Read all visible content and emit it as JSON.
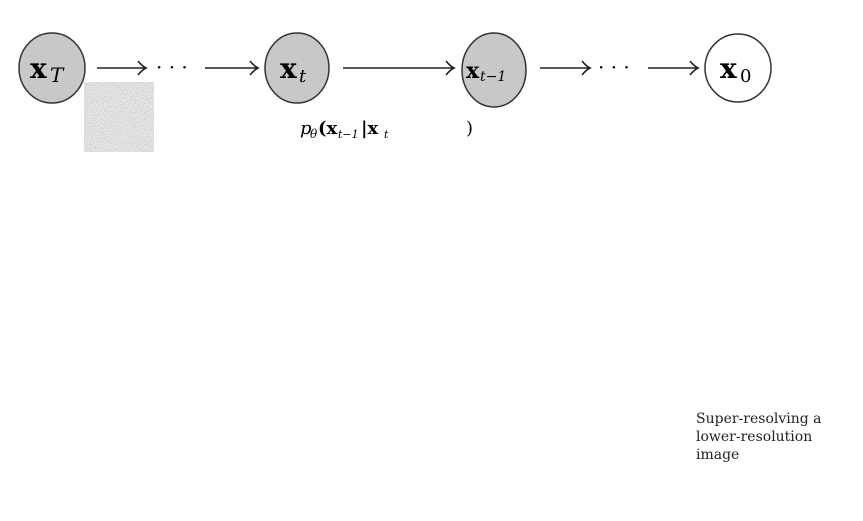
{
  "diagram": {
    "nodes": [
      {
        "id": "xT",
        "label": "x",
        "sub": "T",
        "filled": true
      },
      {
        "id": "xt",
        "label": "x",
        "sub": "t",
        "filled": true
      },
      {
        "id": "xt1",
        "label": "x",
        "sub": "t−1",
        "filled": true
      },
      {
        "id": "x0",
        "label": "x",
        "sub": "0",
        "filled": false
      }
    ],
    "ellipsis": "· · ·",
    "transition_label": {
      "p": "p",
      "theta": "θ",
      "body": "(x",
      "sub1": "t−1",
      "bar": "|x",
      "sub2": "t",
      "close": ")"
    },
    "colors": {
      "node_fill": "#c8c8c8",
      "node_stroke": "#333333",
      "noise": "#7a7a7a"
    }
  },
  "caption": "Super-resolving a lower-resolution image"
}
